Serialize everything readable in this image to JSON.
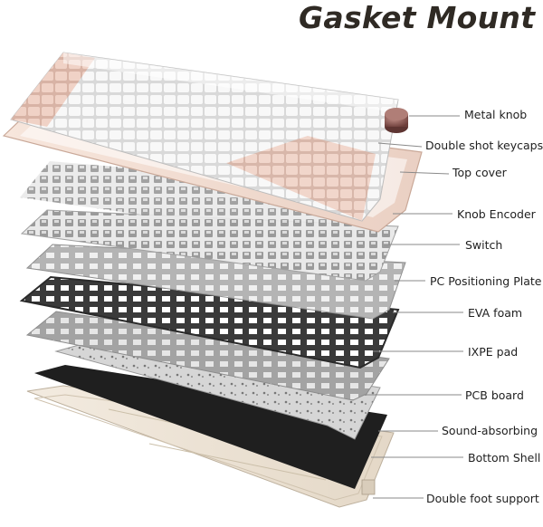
{
  "title": "Gasket Mount",
  "labels": {
    "metal_knob": "Metal knob",
    "keycaps": "Double shot keycaps",
    "top_cover": "Top cover",
    "knob_encoder": "Knob Encoder",
    "switch": "Switch",
    "pc_plate": "PC Positioning Plate",
    "eva_foam": "EVA foam",
    "ixpe_pad": "IXPE pad",
    "pcb_board": "PCB board",
    "sound_absorbing": "Sound-absorbing",
    "bottom_shell": "Bottom Shell",
    "foot_support": "Double foot support"
  },
  "colors": {
    "top_cover": "#f1ddd2",
    "keycap_light": "#f4f4f4",
    "keycap_pink": "#ebc7b9",
    "knob": "#8f5a55",
    "switch_housing": "#cfcfcf",
    "pc_plate": "#b9b9b9",
    "eva_foam": "#3a3a3a",
    "ixpe_pad": "#9b9b9b",
    "pcb_board": "#c9c9c9",
    "sound_absorbing": "#202020",
    "bottom_shell": "#efe6da",
    "leader_line": "#8a8a8a"
  }
}
